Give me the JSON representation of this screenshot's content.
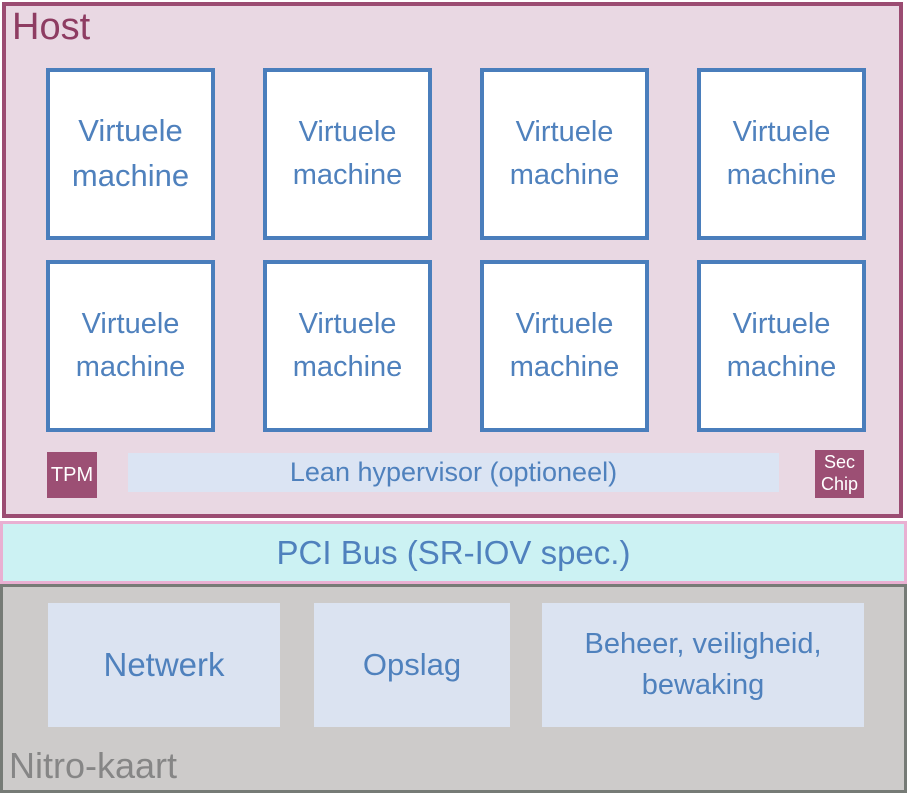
{
  "host": {
    "label": "Host",
    "vms": [
      "Virtuele machine",
      "Virtuele machine",
      "Virtuele machine",
      "Virtuele machine",
      "Virtuele machine",
      "Virtuele machine",
      "Virtuele machine",
      "Virtuele machine"
    ],
    "tpm": "TPM",
    "hypervisor": "Lean hypervisor (optioneel)",
    "sec_chip": "Sec Chip"
  },
  "pci_bus": {
    "label": "PCI Bus (SR-IOV spec.)"
  },
  "nitro_card": {
    "label": "Nitro-kaart",
    "components": [
      {
        "label": "Netwerk"
      },
      {
        "label": "Opslag"
      },
      {
        "label": "Beheer, veiligheid, bewaking"
      }
    ]
  },
  "colors": {
    "host_border": "#9b4c72",
    "host_bg": "#e9d8e3",
    "host_text": "#8e3c62",
    "vm_border": "#4a7ebc",
    "accent_blue": "#4f81bd",
    "chip_bg": "#9c4f74",
    "chip_text": "#ffffff",
    "lavender_bg": "#dbe4f3",
    "pci_bg": "#ccf2f3",
    "pci_border": "#e9b0d2",
    "nitro_bg": "#cdcbca",
    "nitro_border": "#767b76",
    "nitro_text": "#868686"
  }
}
